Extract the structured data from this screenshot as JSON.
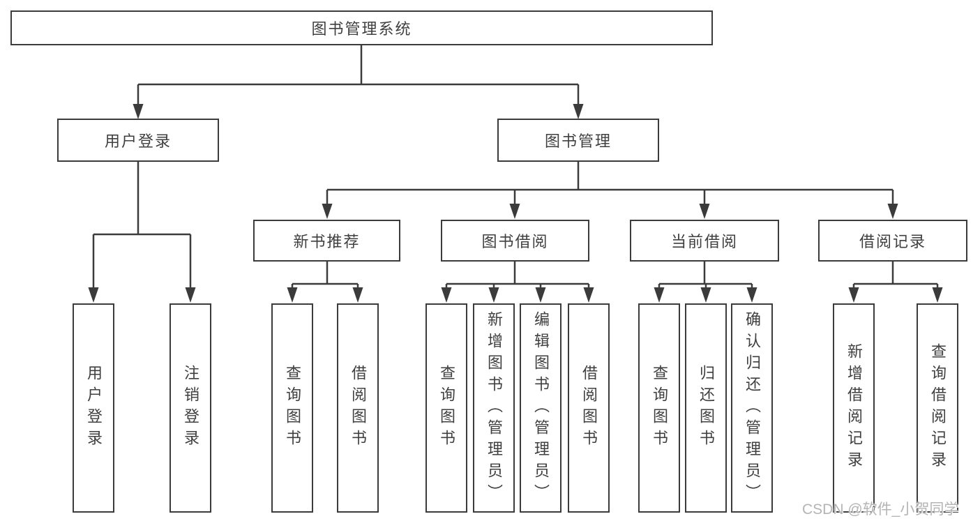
{
  "diagram": {
    "root": "图书管理系统",
    "branches": [
      {
        "label": "用户登录",
        "children": [
          "用户登录",
          "注销登录"
        ]
      },
      {
        "label": "图书管理",
        "sections": [
          {
            "label": "新书推荐",
            "children": [
              "查询图书",
              "借阅图书"
            ]
          },
          {
            "label": "图书借阅",
            "children": [
              "查询图书",
              "新增图书（管理员）",
              "编辑图书（管理员）",
              "借阅图书"
            ]
          },
          {
            "label": "当前借阅",
            "children": [
              "查询图书",
              "归还图书",
              "确认归还（管理员）"
            ]
          },
          {
            "label": "借阅记录",
            "children": [
              "新增借阅记录",
              "查询借阅记录"
            ]
          }
        ]
      }
    ],
    "watermark": "CSDN @软件_小贺同学",
    "colors": {
      "line": "#3b3b3b",
      "text": "#3f3f3f",
      "watermark": "#b4b4b4",
      "background": "#ffffff"
    }
  }
}
